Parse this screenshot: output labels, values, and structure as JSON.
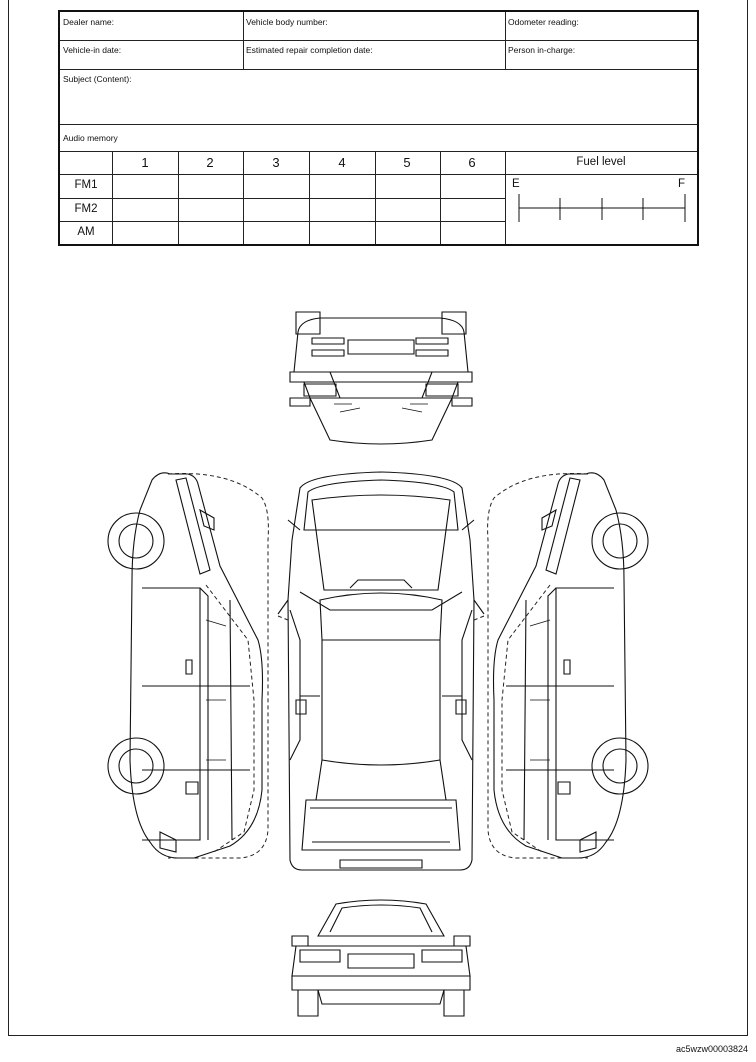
{
  "form": {
    "dealer_name": "Dealer name:",
    "vehicle_body_number": "Vehicle body number:",
    "odometer_reading": "Odometer reading:",
    "vehicle_in_date": "Vehicle-in date:",
    "estimated_completion": "Estimated repair completion date:",
    "person_in_charge": "Person in-charge:",
    "subject": "Subject (Content):",
    "audio_memory": "Audio memory",
    "presets": [
      "1",
      "2",
      "3",
      "4",
      "5",
      "6"
    ],
    "rows": [
      "FM1",
      "FM2",
      "AM"
    ],
    "fuel_level": "Fuel level",
    "fuel_empty": "E",
    "fuel_full": "F"
  },
  "diagram": {
    "views": [
      "rear-view",
      "left-side-view",
      "top-view",
      "right-side-view",
      "front-view"
    ]
  },
  "caption": "ac5wzw00003824"
}
